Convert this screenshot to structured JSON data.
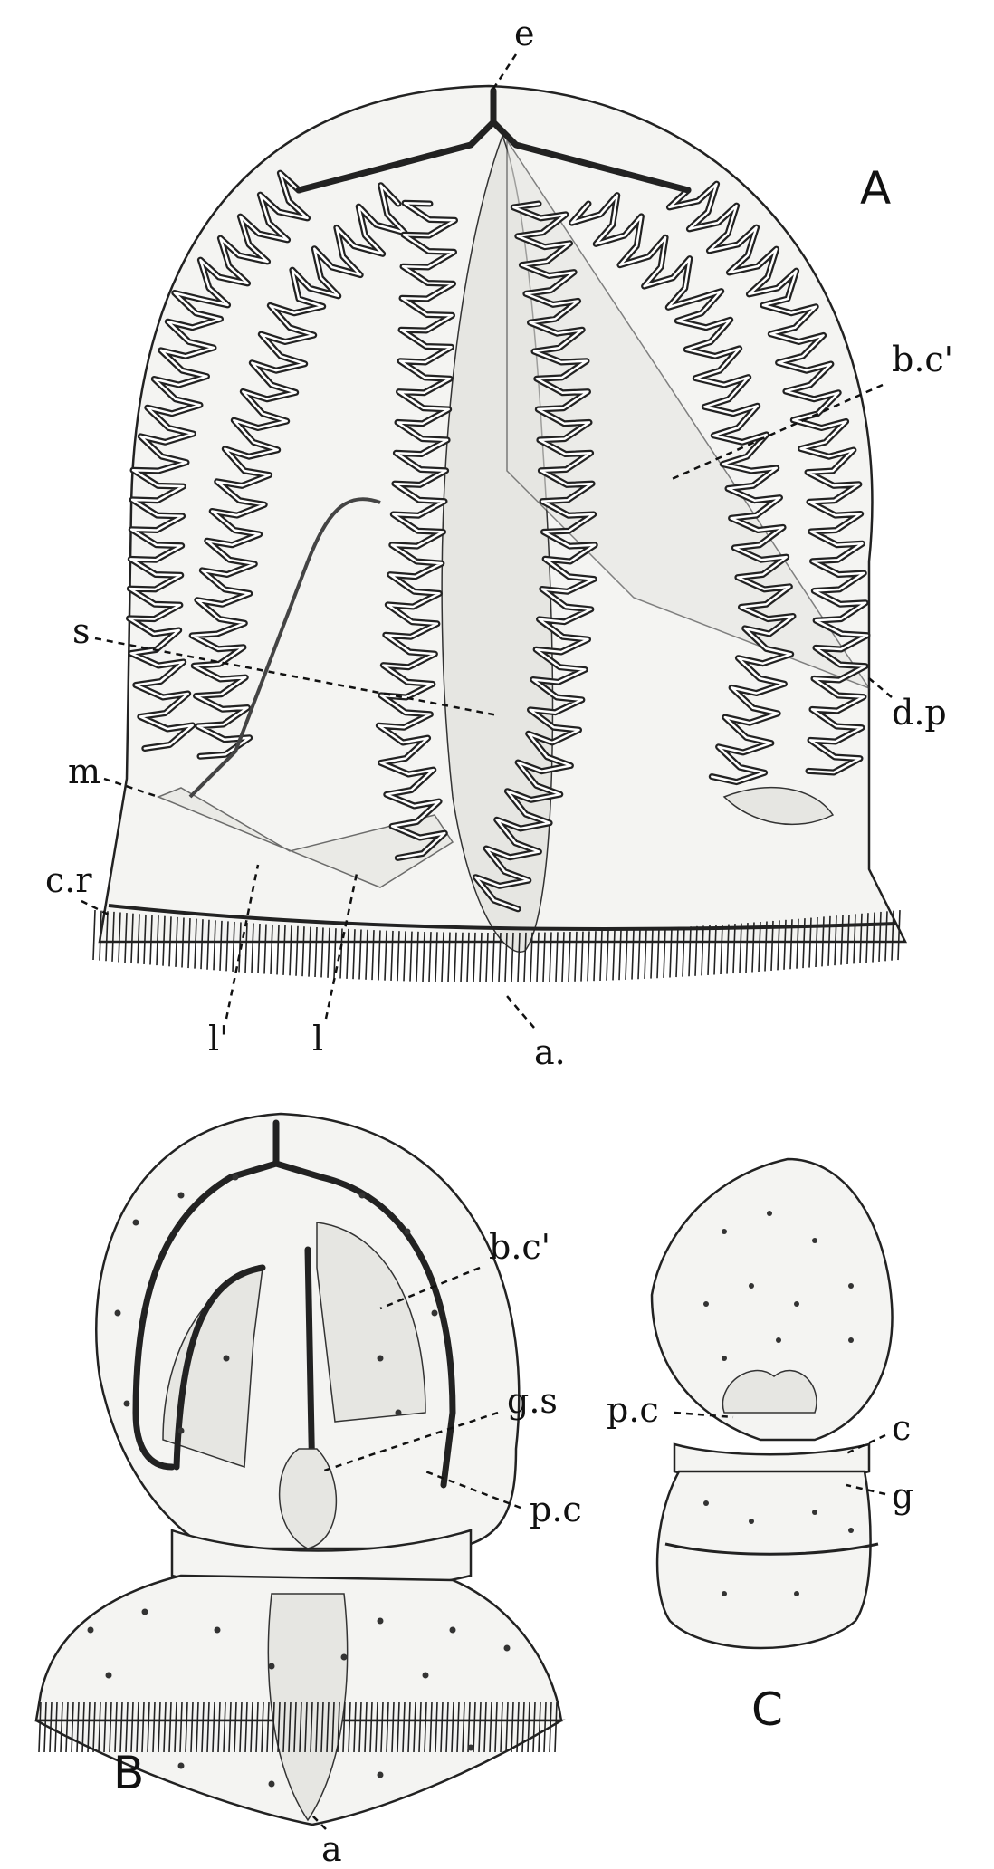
{
  "figures": {
    "A": {
      "letter": "A",
      "labels": {
        "e": "e",
        "bc": "b.c'",
        "s": "s",
        "dp": "d.p",
        "m": "m",
        "cr": "c.r",
        "l1": "l'",
        "l": "l",
        "a": "a."
      }
    },
    "B": {
      "letter": "B",
      "labels": {
        "bc": "b.c'",
        "gs": "g.s",
        "pc": "p.c",
        "a": "a"
      }
    },
    "C": {
      "letter": "C",
      "labels": {
        "pc": "p.c",
        "c": "c",
        "g": "g"
      }
    }
  },
  "colors": {
    "ink": "#111111",
    "paper": "#ffffff",
    "tissue": "#f4f4f2"
  }
}
